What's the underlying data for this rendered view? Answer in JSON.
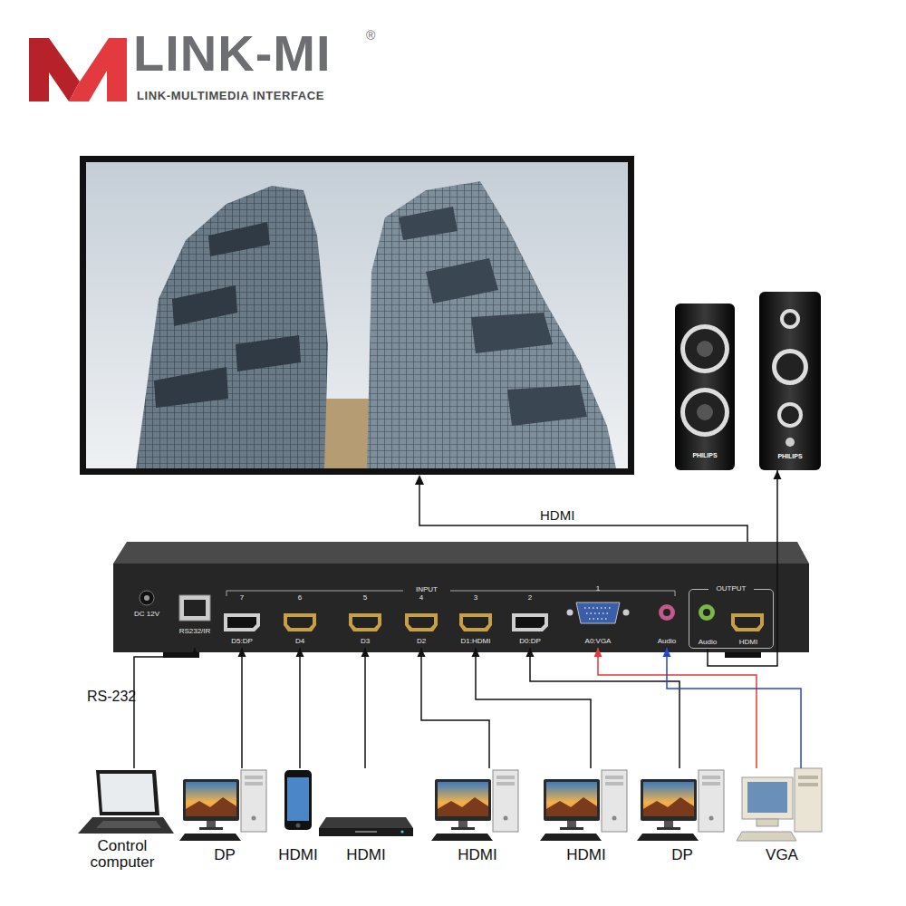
{
  "diagram": {
    "nodes": [
      {
        "text": [
          "PHILIPS"
        ]
      },
      {
        "text": [
          "PHILIPS"
        ]
      },
      {
        "text": [
          "INPUT"
        ]
      },
      {
        "text": [
          "DC 12V"
        ],
        "in": 2
      },
      {
        "text": [
          "RS232/IR"
        ],
        "in": 2
      },
      {
        "text": [
          "7",
          "D5:DP"
        ],
        "in": 2
      },
      {
        "text": [
          "6",
          "D4"
        ],
        "in": 2
      },
      {
        "text": [
          "5",
          "D3"
        ],
        "in": 2
      },
      {
        "text": [
          "4",
          "D2"
        ],
        "in": 2
      },
      {
        "text": [
          "3",
          "D1:HDMI"
        ],
        "in": 2
      },
      {
        "text": [
          "2",
          "D0:DP"
        ],
        "in": 2
      },
      {
        "text": [
          "1",
          "A0:VGA"
        ],
        "in": 2
      },
      {
        "text": [
          "Audio"
        ],
        "in": 2
      },
      {
        "text": [
          "OUTPUT"
        ],
        "in": 2
      },
      {
        "text": [
          "Audio"
        ],
        "in": 13
      },
      {
        "text": [
          "HDMI"
        ],
        "in": 13
      },
      {
        "text": [
          "Control computer"
        ]
      },
      {
        "text": [
          "DP"
        ]
      },
      {
        "text": [
          "HDMI"
        ]
      },
      {
        "text": [
          "HDMI"
        ]
      },
      {
        "text": [
          "HDMI"
        ]
      },
      {
        "text": [
          "HDMI"
        ]
      },
      {
        "text": [
          "DP"
        ]
      },
      {
        "text": [
          "VGA"
        ]
      }
    ],
    "edges": [
      {
        "from": 14,
        "to": 1,
        "arrow": "to"
      },
      {
        "from": 16,
        "to": 4,
        "label": "RS-232",
        "arrow": "to"
      },
      {
        "from": 17,
        "to": 5,
        "arrow": "to"
      },
      {
        "from": 18,
        "to": 6,
        "arrow": "to"
      },
      {
        "from": 19,
        "to": 7,
        "arrow": "to"
      },
      {
        "from": 20,
        "to": 8,
        "arrow": "to"
      },
      {
        "from": 21,
        "to": 9,
        "arrow": "to"
      },
      {
        "from": 22,
        "to": 10,
        "arrow": "to"
      },
      {
        "from": 23,
        "to": 11,
        "arrow": "to"
      },
      {
        "from": 23,
        "to": 12,
        "arrow": "to"
      }
    ],
    "labels": [
      "LINK-MI",
      "®",
      "LINK-MULTIMEDIA INTERFACE",
      "HDMI"
    ]
  }
}
